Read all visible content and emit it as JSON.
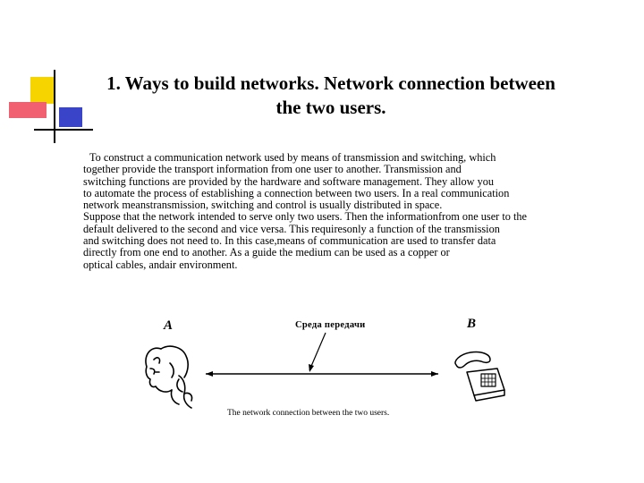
{
  "slide": {
    "title_line1": "1. Ways to build networks. Network connection between",
    "title_line2": "the two users.",
    "body_lines": [
      "To construct a communication network used by means of transmission and switching, which",
      "together provide the transport information from one user to another. Transmission and",
      "switching functions are provided by the hardware and software management. They allow you",
      "to automate the process of establishing a connection between two users. In a real communication",
      "network meanstransmission, switching and control is usually distributed in space.",
      "Suppose that the network intended to serve only two users. Then the informationfrom one user to the",
      "default delivered to the second and vice versa. This requiresonly a function of the transmission",
      "and switching does not need to. In this case,means of communication are used to transfer data",
      "directly from one end to another. As a guide the medium can be used as a copper or",
      "optical cables, andair environment."
    ]
  },
  "figure": {
    "label_a": "A",
    "label_b": "B",
    "label_medium": "Среда передачи",
    "caption": "The network connection between the two users.",
    "person_icon": "person-on-phone-icon",
    "phone_icon": "telephone-icon"
  },
  "colors": {
    "accent_yellow": "#f5d400",
    "accent_red": "#f06070",
    "accent_blue": "#3a44c8",
    "divider": "#000000"
  }
}
